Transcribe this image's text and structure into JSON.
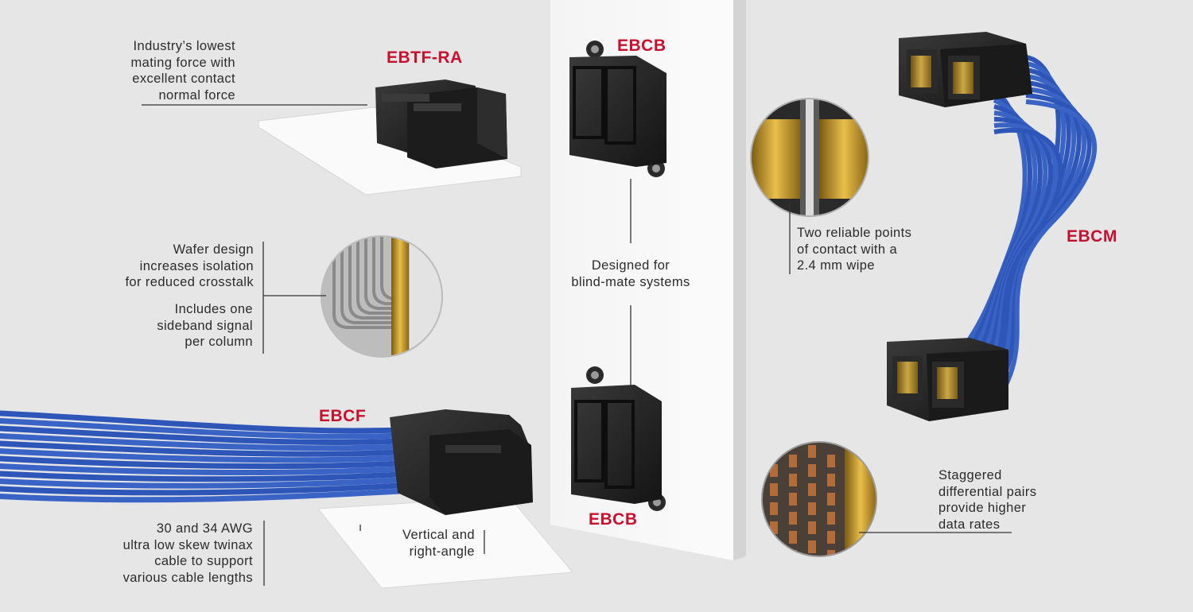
{
  "colors": {
    "background": "#e6e6e6",
    "panel": "#f6f6f6",
    "product_label": "#c8102e",
    "cable": "#2e56b8",
    "connector": "#1e1e1e",
    "contact_gold": "#d8a52a",
    "text": "#2b2b2b"
  },
  "products": {
    "ebtf_ra": "EBTF-RA",
    "ebcb_top": "EBCB",
    "ebcb_bottom": "EBCB",
    "ebcf": "EBCF",
    "ebcm": "EBCM"
  },
  "callouts": {
    "mating_force": [
      "Industry’s lowest",
      "mating force with",
      "excellent contact",
      "normal force"
    ],
    "wafer_design": [
      "Wafer design",
      "increases isolation",
      "for reduced crosstalk"
    ],
    "sideband": [
      "Includes one",
      "sideband signal",
      "per column"
    ],
    "blind_mate": [
      "Designed for",
      "blind-mate systems"
    ],
    "two_points": [
      "Two reliable points",
      "of contact with a",
      "2.4 mm wipe"
    ],
    "cable_awg": [
      "30 and 34 AWG",
      "ultra low skew twinax",
      "cable to support",
      "various cable lengths"
    ],
    "vertical": [
      "Vertical and",
      "right-angle"
    ],
    "staggered": [
      "Staggered",
      "differential pairs",
      "provide higher",
      "data rates"
    ]
  },
  "icons": [
    "ebtf-ra-connector",
    "ebcb-connector",
    "ebcf-cable-assembly",
    "ebcm-cable-assembly",
    "wafer-detail-magnifier",
    "contact-detail-magnifier",
    "differential-pair-magnifier"
  ]
}
